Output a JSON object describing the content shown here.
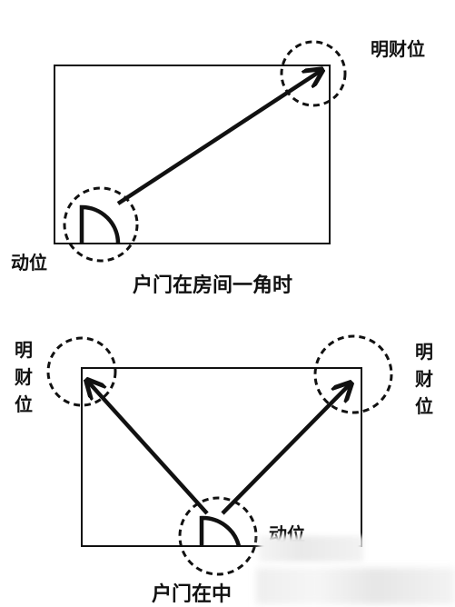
{
  "diagram1": {
    "caption": "户门在房间一角时",
    "wealth_label": "明财位",
    "door_label": "动位"
  },
  "diagram2": {
    "caption_visible": "户门在中",
    "left_wealth_label": "明财位",
    "right_wealth_label": "明财位",
    "door_label_visible": "动位"
  },
  "colors": {
    "line": "#111111",
    "background": "#ffffff"
  }
}
